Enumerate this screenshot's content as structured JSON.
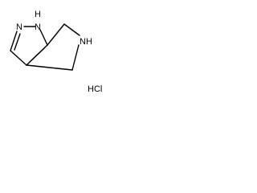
{
  "molecule": {
    "atom_labels": {
      "n1_h": "H",
      "n1": "N",
      "n2": "N",
      "nh_n": "N",
      "nh_h": "H"
    },
    "salt": "HCl"
  }
}
